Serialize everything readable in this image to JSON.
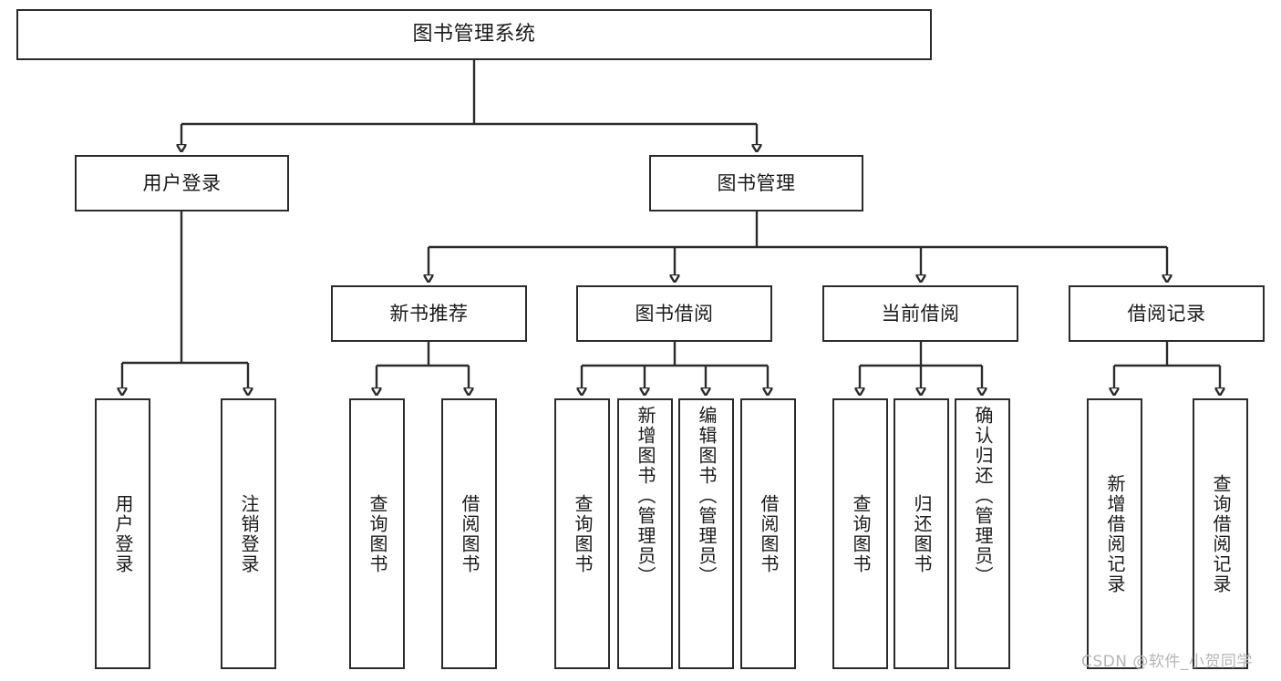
{
  "diagram": {
    "title": "图书管理系统",
    "type": "tree",
    "orientation": "top-down",
    "colors": {
      "stroke": "#2b2b2b",
      "fill": "#ffffff",
      "text": "#1a1a1a",
      "watermark": "#b6b6b6"
    }
  },
  "root": {
    "label": "图书管理系统"
  },
  "level2": [
    {
      "label": "用户登录"
    },
    {
      "label": "图书管理"
    }
  ],
  "level3": [
    {
      "label": "新书推荐"
    },
    {
      "label": "图书借阅"
    },
    {
      "label": "当前借阅"
    },
    {
      "label": "借阅记录"
    }
  ],
  "leaves": {
    "user_login": [
      {
        "label": "用户登录"
      },
      {
        "label": "注销登录"
      }
    ],
    "new_book_recommend": [
      {
        "label": "查询图书"
      },
      {
        "label": "借阅图书"
      }
    ],
    "book_borrow": [
      {
        "label": "查询图书"
      },
      {
        "label": "新增图书（管理员）"
      },
      {
        "label": "编辑图书（管理员）"
      },
      {
        "label": "借阅图书"
      }
    ],
    "current_borrow": [
      {
        "label": "查询图书"
      },
      {
        "label": "归还图书"
      },
      {
        "label": "确认归还（管理员）"
      }
    ],
    "borrow_record": [
      {
        "label": "新增借阅记录"
      },
      {
        "label": "查询借阅记录"
      }
    ]
  },
  "watermark": {
    "text": "CSDN @软件_小贺同学"
  }
}
